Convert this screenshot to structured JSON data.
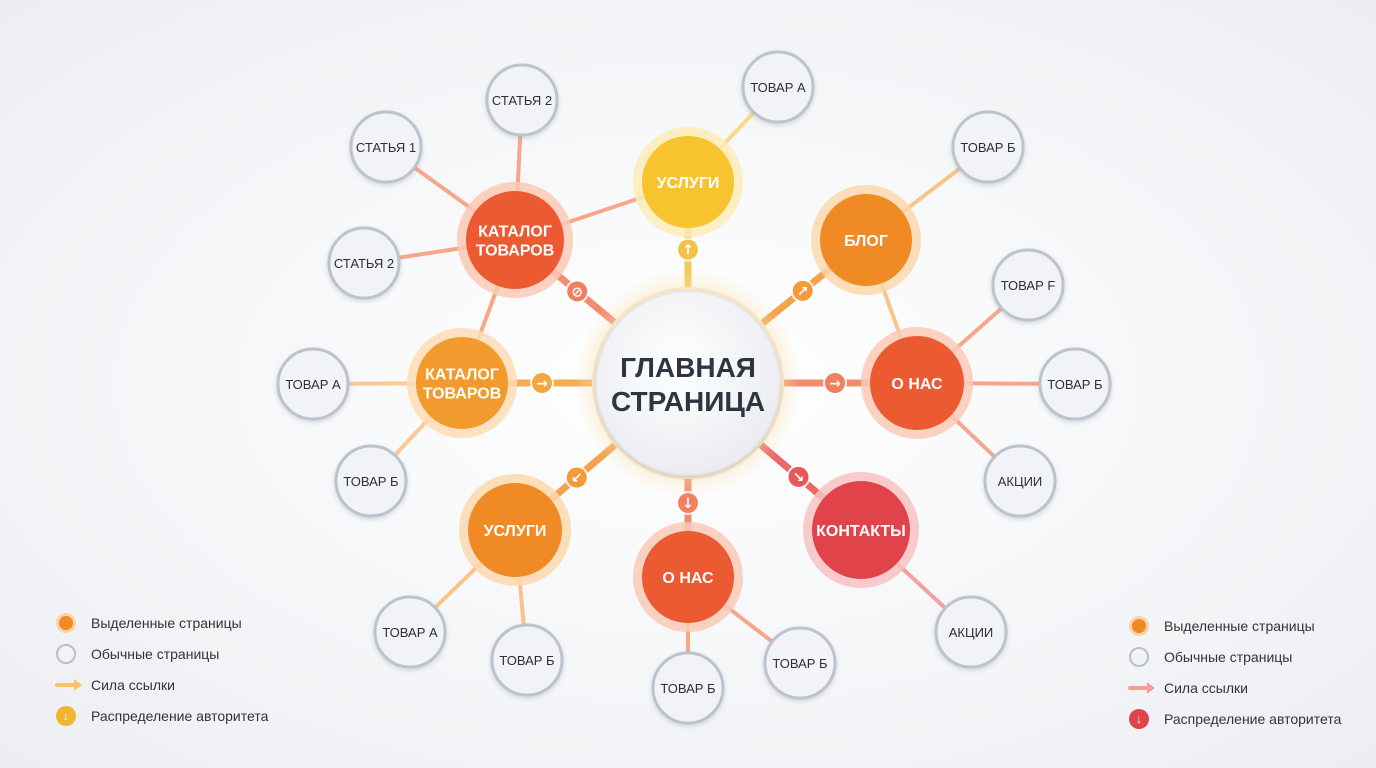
{
  "colors": {
    "center": "#f4f5f7",
    "yellow": "#f7c32e",
    "orange": "#f08a24",
    "orange_light": "#f29a2e",
    "red_orange": "#ec5a32",
    "red": "#e0444a",
    "leaf_fill": "#f2f3f6",
    "leaf_border": "#bcc3cd"
  },
  "center": {
    "lines": [
      "ГЛАВНАЯ",
      "СТРАНИЦА"
    ]
  },
  "hubs": [
    {
      "id": "uslugi-top",
      "lines": [
        "УСЛУГИ"
      ],
      "color": "yellow",
      "arrow": "up"
    },
    {
      "id": "blog",
      "lines": [
        "БЛОГ"
      ],
      "color": "orange",
      "arrow": "up-right"
    },
    {
      "id": "o-nas-right",
      "lines": [
        "О НАС"
      ],
      "color": "red_orange",
      "arrow": "right"
    },
    {
      "id": "kontakty",
      "lines": [
        "КОНТАКТЫ"
      ],
      "color": "red",
      "arrow": "down-right"
    },
    {
      "id": "o-nas-bottom",
      "lines": [
        "О НАС"
      ],
      "color": "red_orange",
      "arrow": "down"
    },
    {
      "id": "uslugi-bottom",
      "lines": [
        "УСЛУГИ"
      ],
      "color": "orange",
      "arrow": "down-left"
    },
    {
      "id": "katalog-left",
      "lines": [
        "КАТАЛОГ",
        "ТОВАРОВ"
      ],
      "color": "orange_light",
      "arrow": "right"
    },
    {
      "id": "katalog-top",
      "lines": [
        "КАТАЛОГ",
        "ТОВАРОВ"
      ],
      "color": "red_orange",
      "arrow": "leaf"
    }
  ],
  "leaves": [
    {
      "id": "uslugi-top-tovar-a",
      "hub": "uslugi-top",
      "label": "ТОВАР А"
    },
    {
      "id": "blog-tovar-b",
      "hub": "blog",
      "label": "ТОВАР Б"
    },
    {
      "id": "o-nas-right-tovar-f",
      "hub": "o-nas-right",
      "label": "ТОВАР F"
    },
    {
      "id": "o-nas-right-tovar-b",
      "hub": "o-nas-right",
      "label": "ТОВАР Б"
    },
    {
      "id": "o-nas-right-akcii",
      "hub": "o-nas-right",
      "label": "АКЦИИ"
    },
    {
      "id": "kontakty-akcii",
      "hub": "kontakty",
      "label": "АКЦИИ"
    },
    {
      "id": "o-nas-bottom-tovar-b1",
      "hub": "o-nas-bottom",
      "label": "ТОВАР Б"
    },
    {
      "id": "o-nas-bottom-tovar-b2",
      "hub": "o-nas-bottom",
      "label": "ТОВАР Б"
    },
    {
      "id": "uslugi-bottom-tovar-a",
      "hub": "uslugi-bottom",
      "label": "ТОВАР А"
    },
    {
      "id": "uslugi-bottom-tovar-b",
      "hub": "uslugi-bottom",
      "label": "ТОВАР Б"
    },
    {
      "id": "katalog-left-tovar-a",
      "hub": "katalog-left",
      "label": "ТОВАР А"
    },
    {
      "id": "katalog-left-tovar-b",
      "hub": "katalog-left",
      "label": "ТОВАР Б"
    },
    {
      "id": "katalog-top-statya-1",
      "hub": "katalog-top",
      "label": "СТАТЬЯ 1"
    },
    {
      "id": "katalog-top-statya-2a",
      "hub": "katalog-top",
      "label": "СТАТЬЯ 2"
    },
    {
      "id": "katalog-top-statya-2b",
      "hub": "katalog-top",
      "label": "СТАТЬЯ 2"
    }
  ],
  "extra_links": [
    [
      "katalog-top",
      "uslugi-top"
    ],
    [
      "katalog-top",
      "katalog-left"
    ],
    [
      "blog",
      "o-nas-right"
    ]
  ],
  "legend_left": {
    "highlighted": "Выделенные страницы",
    "normal": "Обычные страницы",
    "link_strength": "Сила ссылки",
    "authority": "Распределение авторитета",
    "link_color": "#f6c46a",
    "authority_color": "#f2b531"
  },
  "legend_right": {
    "highlighted": "Выделенные страницы",
    "normal": "Обычные страницы",
    "link_strength": "Сила ссылки",
    "authority": "Распределение авторитета",
    "link_color": "#f2a08e",
    "authority_color": "#e0444a"
  }
}
